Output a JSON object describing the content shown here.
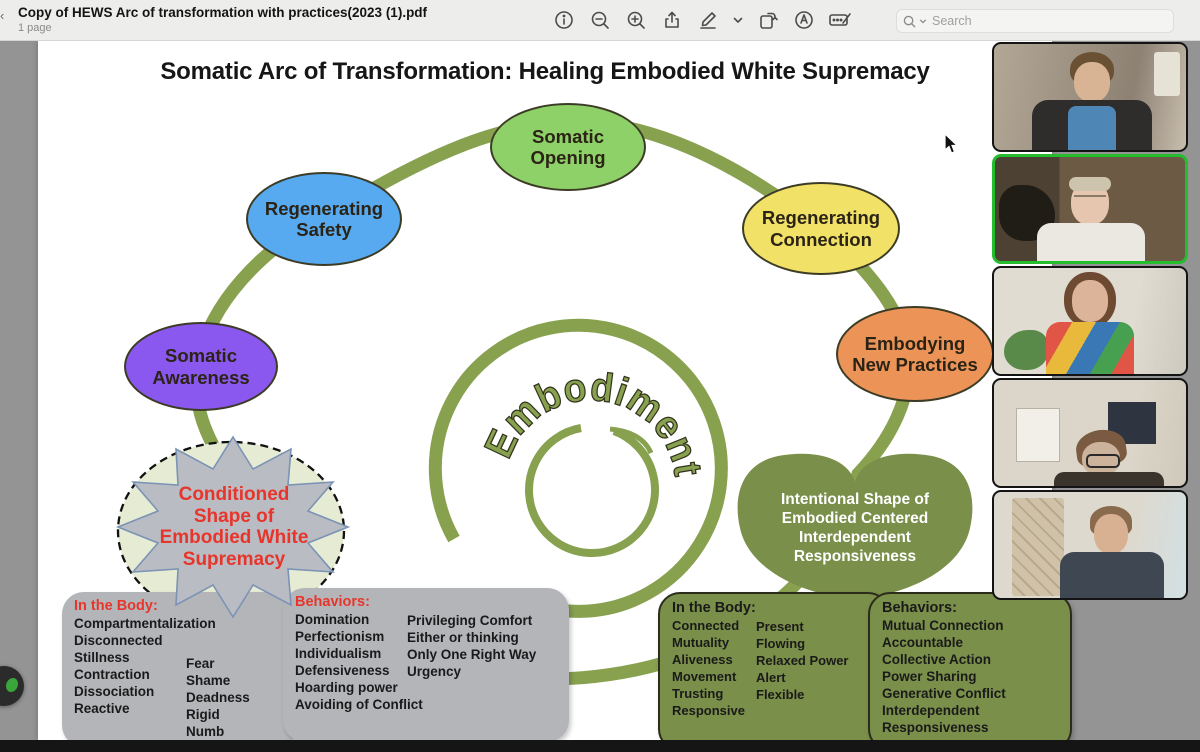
{
  "toolbar": {
    "title": "Copy of HEWS Arc of transformation with practices(2023 (1).pdf",
    "page_count": "1 page",
    "search_placeholder": "Search",
    "icons": [
      "info",
      "zoom-out",
      "zoom-in",
      "share",
      "markup-pen",
      "markup-chevron",
      "rotate",
      "sign",
      "form-fill",
      "search"
    ]
  },
  "document": {
    "title": "Somatic Arc of Transformation: Healing Embodied White Supremacy",
    "spiral_label": "Embodiment",
    "nodes": [
      {
        "label": "Somatic Opening",
        "color": "#8ed168"
      },
      {
        "label": "Regenerating Safety",
        "color": "#57aaef"
      },
      {
        "label": "Regenerating Connection",
        "color": "#f2e167"
      },
      {
        "label": "Somatic Awareness",
        "color": "#8a57ef"
      },
      {
        "label": "Embodying New Practices",
        "color": "#ec9357"
      }
    ],
    "conditioned_shape_label": "Conditioned Shape of Embodied White Supremacy",
    "intentional_shape_label": "Intentional Shape of Embodied Centered Interdependent Responsiveness",
    "boxes": {
      "left_body": {
        "header": "In the Body:",
        "col1": [
          "Compartmentalization",
          "Disconnected",
          "Stillness",
          "Contraction",
          "Dissociation",
          "Reactive"
        ],
        "col2": [
          "Fear",
          "Shame",
          "Deadness",
          "Rigid",
          "Numb"
        ]
      },
      "left_behaviors": {
        "header": "Behaviors:",
        "col1": [
          "Domination",
          "Perfectionism",
          "Individualism",
          "Defensiveness",
          "Hoarding power",
          "Avoiding of Conflict"
        ],
        "col2": [
          "Privileging Comfort",
          "Either or thinking",
          "Only One Right Way",
          "Urgency"
        ]
      },
      "right_body": {
        "header": "In the Body:",
        "col1": [
          "Connected",
          "Mutuality",
          "Aliveness",
          "Movement",
          "Trusting",
          "Responsive"
        ],
        "col2": [
          "Present",
          "Flowing",
          "Relaxed Power",
          "Alert",
          "Flexible"
        ]
      },
      "right_behaviors": {
        "header": "Behaviors:",
        "col1": [
          "Mutual Connection",
          "Accountable",
          "Collective Action",
          "Power Sharing",
          "Generative Conflict",
          "Interdependent",
          "Responsiveness"
        ]
      }
    },
    "colors": {
      "arc": "#87a14f",
      "box_green": "#7a8f49",
      "box_gray": "#b3b5b9",
      "red_text": "#e8352c"
    }
  },
  "video_panel": {
    "active_border_color": "#25bd2e",
    "participants": [
      {
        "id": 1,
        "active": false
      },
      {
        "id": 2,
        "active": true
      },
      {
        "id": 3,
        "active": false
      },
      {
        "id": 4,
        "active": false
      },
      {
        "id": 5,
        "active": false
      }
    ]
  }
}
